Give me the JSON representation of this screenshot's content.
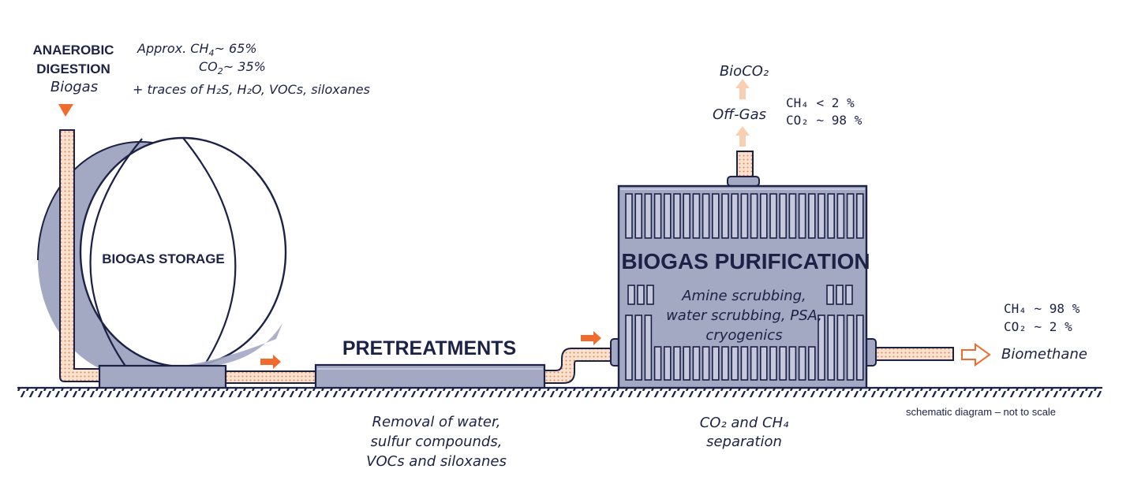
{
  "digestion": {
    "title_line1": "ANAEROBIC",
    "title_line2": "DIGESTION",
    "subtitle": "Biogas"
  },
  "composition": {
    "ch4_prefix": "Approx. CH",
    "ch4_sub": "4",
    "ch4_value": "~ 65%",
    "co2_prefix": "CO",
    "co2_sub": "2",
    "co2_value": "~ 35%",
    "traces_text": "+ traces of H₂S, H₂O, VOCs, siloxanes"
  },
  "storage": {
    "label": "BIOGAS STORAGE"
  },
  "pretreatments": {
    "label": "PRETREATMENTS",
    "desc_line1": "Removal of water,",
    "desc_line2": "sulfur compounds,",
    "desc_line3": "VOCs and siloxanes"
  },
  "purification": {
    "label": "BIOGAS PURIFICATION",
    "methods_line1": "Amine scrubbing,",
    "methods_line2": "water scrubbing, PSA,",
    "methods_line3": "cryogenics",
    "desc_line1": "CO₂ and CH₄",
    "desc_line2": "separation"
  },
  "offgas": {
    "label": "Off-Gas",
    "product": "BioCO₂",
    "ch4_text": "CH₄ < 2 %",
    "co2_text": "CO₂ ~ 98 %"
  },
  "biomethane": {
    "label": "Biomethane",
    "ch4_text": "CH₄ ~ 98 %",
    "co2_text": "CO₂ ~ 2 %"
  },
  "note": "schematic diagram – not to scale",
  "colors": {
    "navy": "#1c2246",
    "steel": "#a3a8c3",
    "steel_light": "#c6c9dc",
    "pipe": "#f6dcc6",
    "pipe_dots": "#e58a58",
    "arrow": "#f06c2c",
    "arrow_pale": "#f7cfb3"
  }
}
